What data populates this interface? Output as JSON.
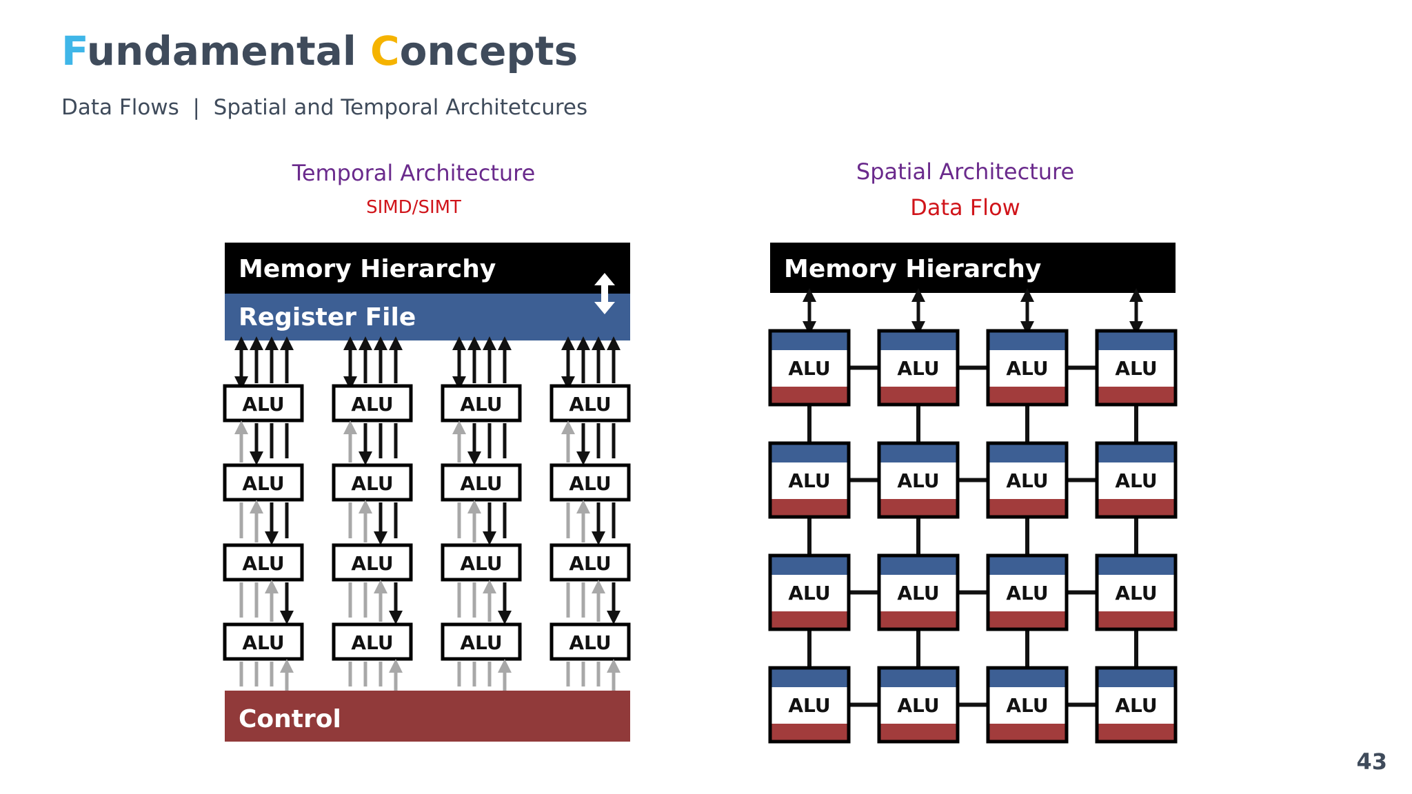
{
  "slide": {
    "title_first_letter_1": "F",
    "title_rest_1": "undamental ",
    "title_first_letter_2": "C",
    "title_rest_2": "oncepts",
    "subtitle": "Data Flows  |  Spatial and Temporal Architetcures",
    "page_number": "43"
  },
  "temporal": {
    "heading": "Temporal Architecture",
    "subheading": "SIMD/SIMT",
    "memory_label": "Memory Hierarchy",
    "register_label": "Register File",
    "control_label": "Control",
    "alu_label": "ALU",
    "columns": 4,
    "rows": 4
  },
  "spatial": {
    "heading": "Spatial Architecture",
    "subheading": "Data Flow",
    "memory_label": "Memory Hierarchy",
    "alu_label": "ALU",
    "columns": 4,
    "rows": 4
  },
  "colors": {
    "title_accent_1": "#3fb6e8",
    "title_accent_2": "#f5b300",
    "heading_purple": "#6a2a8c",
    "subheading_red": "#d0141a",
    "register_blue": "#3d5f94",
    "control_red": "#913a3a",
    "pe_red": "#a23c3c"
  }
}
